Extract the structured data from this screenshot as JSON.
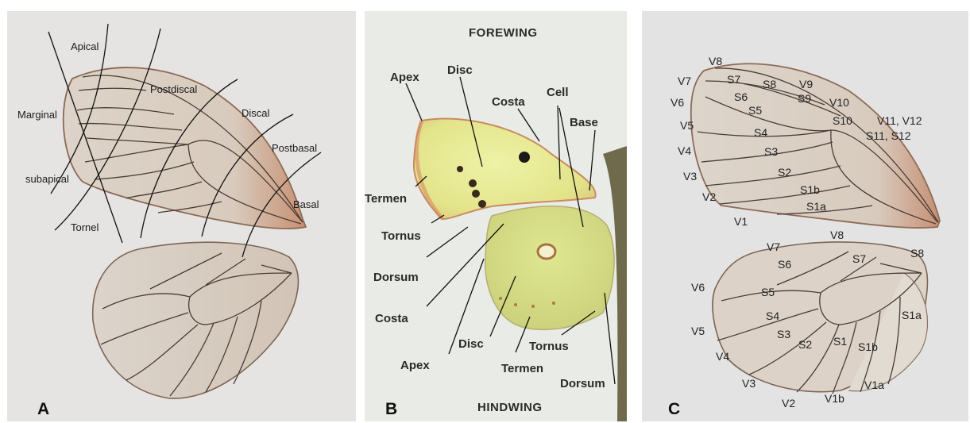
{
  "panel_a": {
    "letter": "A",
    "labels": {
      "apical": "Apical",
      "postdiscal": "Postdiscal",
      "marginal": "Marginal",
      "discal": "Discal",
      "postbasal": "Postbasal",
      "subapical": "subapical",
      "basal": "Basal",
      "tornel": "Tornel"
    }
  },
  "panel_b": {
    "letter": "B",
    "forewing_title": "FOREWING",
    "hindwing_title": "HINDWING",
    "labels": {
      "apex_fw": "Apex",
      "disc_fw": "Disc",
      "costa_fw": "Costa",
      "cell": "Cell",
      "base": "Base",
      "termen_fw": "Termen",
      "tornus_fw": "Tornus",
      "dorsum_fw": "Dorsum",
      "costa_hw": "Costa",
      "apex_hw": "Apex",
      "disc_hw": "Disc",
      "tornus_hw": "Tornus",
      "termen_hw": "Termen",
      "dorsum_hw": "Dorsum"
    }
  },
  "panel_c": {
    "letter": "C",
    "forewing_labels": {
      "v8": "V8",
      "v7": "V7",
      "s7": "S7",
      "s8": "S8",
      "v9": "V9",
      "v6": "V6",
      "s6": "S6",
      "s9": "S9",
      "v10": "V10",
      "s5": "S5",
      "v5": "V5",
      "s10": "S10",
      "v11_v12": "V11, V12",
      "s11_s12": "S11, S12",
      "s4": "S4",
      "v4": "V4",
      "s3": "S3",
      "v3": "V3",
      "s2": "S2",
      "v2": "V2",
      "s1b": "S1b",
      "s1a": "S1a",
      "v1": "V1"
    },
    "hindwing_labels": {
      "v8": "V8",
      "v7": "V7",
      "s8": "S8",
      "s6": "S6",
      "s7": "S7",
      "v6": "V6",
      "s5": "S5",
      "s4": "S4",
      "s1a": "S1a",
      "v5": "V5",
      "s3": "S3",
      "s2": "S2",
      "s1": "S1",
      "s1b": "S1b",
      "v4": "V4",
      "v1a": "V1a",
      "v3": "V3",
      "v2": "V2",
      "v1b": "V1b"
    }
  }
}
